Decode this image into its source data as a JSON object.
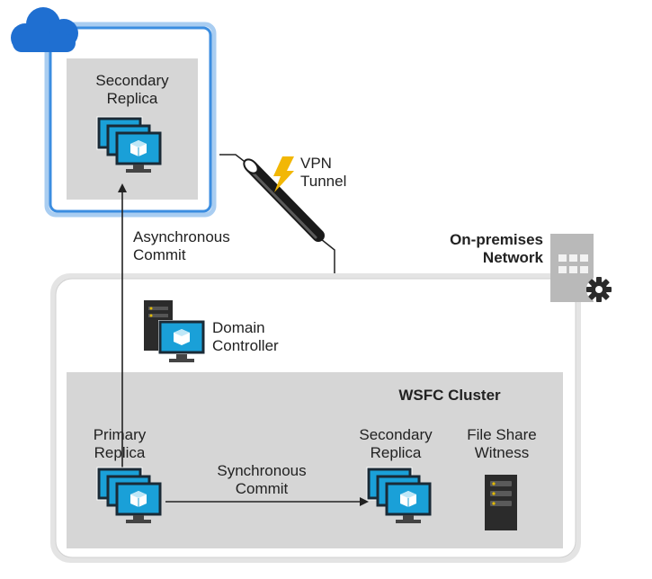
{
  "azure": {
    "cloud_icon": "cloud-icon",
    "replica_label_line1": "Secondary",
    "replica_label_line2": "Replica"
  },
  "vpn": {
    "label_line1": "VPN",
    "label_line2": "Tunnel",
    "icon": "lightning-bolt-icon"
  },
  "async_commit": {
    "line1": "Asynchronous",
    "line2": "Commit"
  },
  "on_premises": {
    "label_line1": "On-premises",
    "label_line2": "Network",
    "icon": "building-gear-icon"
  },
  "domain_controller": {
    "line1": "Domain",
    "line2": "Controller"
  },
  "cluster": {
    "title": "WSFC Cluster",
    "primary_line1": "Primary",
    "primary_line2": "Replica",
    "secondary_line1": "Secondary",
    "secondary_line2": "Replica",
    "witness_line1": "File Share",
    "witness_line2": "Witness",
    "sync_line1": "Synchronous",
    "sync_line2": "Commit"
  },
  "colors": {
    "azure_blue": "#1f6fd1",
    "monitor_blue": "#1aa0d8",
    "lightning": "#f2b705",
    "panel_gray": "#d6d6d6",
    "border_gray": "#c8c8c8",
    "server_dark": "#2b2b2b"
  }
}
